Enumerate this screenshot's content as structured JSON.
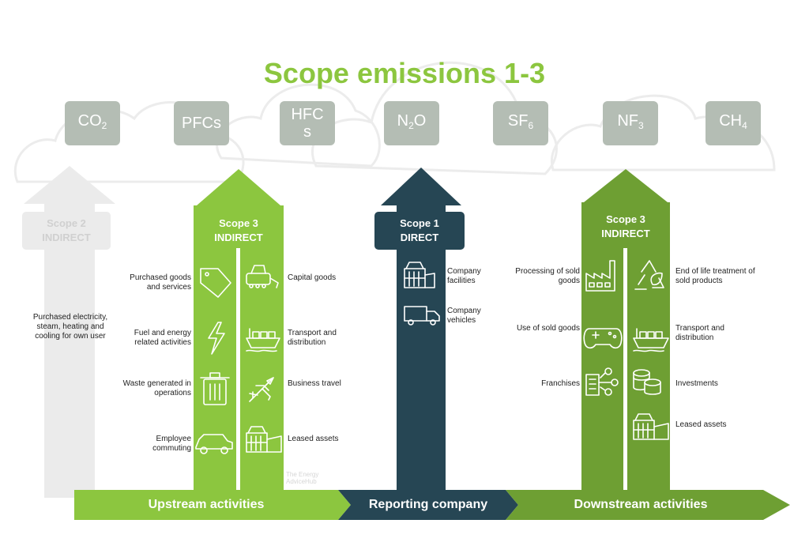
{
  "title": "Scope emissions 1-3",
  "gases": [
    {
      "main": "CO",
      "sub": "2"
    },
    {
      "main": "PFCs",
      "sub": ""
    },
    {
      "main": "HFC",
      "sub": "",
      "line2": "s"
    },
    {
      "main": "N",
      "sub": "2",
      "tail": "O"
    },
    {
      "main": "SF",
      "sub": "6"
    },
    {
      "main": "NF",
      "sub": "3"
    },
    {
      "main": "CH",
      "sub": "4"
    }
  ],
  "scope2": {
    "title": "Scope 2",
    "subtitle": "INDIRECT",
    "description": "Purchased electricity, steam, heating and cooling for own user"
  },
  "scope3_upstream": {
    "title": "Scope 3",
    "subtitle": "INDIRECT",
    "left_items": [
      {
        "label": "Purchased goods and services",
        "icon": "price-tag-icon"
      },
      {
        "label": "Fuel and energy related activities",
        "icon": "lightning-icon"
      },
      {
        "label": "Waste generated in operations",
        "icon": "trash-bin-icon"
      },
      {
        "label": "Employee commuting",
        "icon": "car-icon"
      }
    ],
    "right_items": [
      {
        "label": "Capital goods",
        "icon": "bulldozer-icon"
      },
      {
        "label": "Transport and distribution",
        "icon": "cargo-ship-icon"
      },
      {
        "label": "Business travel",
        "icon": "airplane-icon"
      },
      {
        "label": "Leased assets",
        "icon": "building-icon"
      }
    ]
  },
  "scope1": {
    "title": "Scope 1",
    "subtitle": "DIRECT",
    "items": [
      {
        "label": "Company facilities",
        "icon": "factory-building-icon"
      },
      {
        "label": "Company vehicles",
        "icon": "truck-icon"
      }
    ]
  },
  "scope3_downstream": {
    "title": "Scope 3",
    "subtitle": "INDIRECT",
    "left_items": [
      {
        "label": "Processing of sold goods",
        "icon": "factory-icon"
      },
      {
        "label": "Use of sold goods",
        "icon": "gamepad-icon"
      },
      {
        "label": "Franchises",
        "icon": "franchise-network-icon"
      }
    ],
    "right_items": [
      {
        "label": "End of life treatment of sold products",
        "icon": "recycle-icon"
      },
      {
        "label": "Transport and distribution",
        "icon": "cargo-ship-icon"
      },
      {
        "label": "Investments",
        "icon": "coins-icon"
      },
      {
        "label": "Leased assets",
        "icon": "building-icon"
      }
    ]
  },
  "watermark": "The Energy AdviceHub",
  "bands": {
    "upstream": "Upstream activities",
    "reporting": "Reporting company",
    "downstream": "Downstream activities"
  },
  "colors": {
    "title_green": "#8cc63f",
    "upstream_green": "#8cc63f",
    "downstream_green": "#6e9f33",
    "reporting_navy": "#264654",
    "scope2_grey": "#ebebeb",
    "gas_grey": "#b4bdb4"
  }
}
